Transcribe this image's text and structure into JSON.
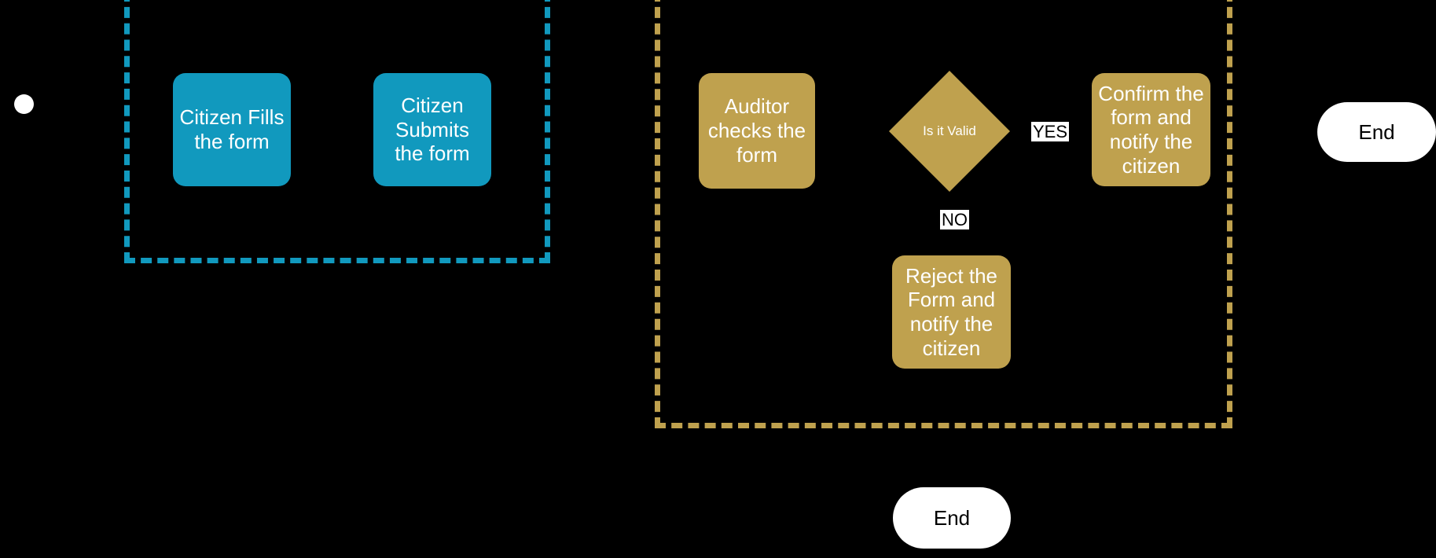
{
  "diagram": {
    "type": "flowchart",
    "background_color": "#000000",
    "lanes": [
      {
        "id": "citizen",
        "name": "citizen-lane",
        "border_color": "#1199BE",
        "border_style": "dashed",
        "label": ""
      },
      {
        "id": "auditor",
        "name": "auditor-lane",
        "border_color": "#BFA14E",
        "border_style": "dashed",
        "label": ""
      }
    ],
    "start": {
      "shape": "circle",
      "color": "#ffffff",
      "label": ""
    },
    "nodes": [
      {
        "id": "citizen-fills-form",
        "label": "Citizen Fills the form",
        "shape": "rounded-rect",
        "color": "#1199BE",
        "lane": "citizen"
      },
      {
        "id": "citizen-submits-form",
        "label": "Citizen Submits the form",
        "shape": "rounded-rect",
        "color": "#1199BE",
        "lane": "citizen"
      },
      {
        "id": "auditor-checks-form",
        "label": "Auditor checks the form",
        "shape": "rounded-rect",
        "color": "#BFA14E",
        "lane": "auditor"
      },
      {
        "id": "is-it-valid",
        "label": "Is it Valid",
        "shape": "diamond",
        "color": "#BFA14E",
        "lane": "auditor"
      },
      {
        "id": "confirm-form",
        "label": "Confirm the form and notify the citizen",
        "shape": "rounded-rect",
        "color": "#BFA14E",
        "lane": "auditor"
      },
      {
        "id": "reject-form",
        "label": "Reject the Form and notify the citizen",
        "shape": "rounded-rect",
        "color": "#BFA14E",
        "lane": "auditor"
      }
    ],
    "terminators": [
      {
        "id": "end-right",
        "label": "End",
        "shape": "stadium",
        "color": "#ffffff"
      },
      {
        "id": "end-bottom",
        "label": "End",
        "shape": "stadium",
        "color": "#ffffff"
      }
    ],
    "edge_labels": [
      {
        "id": "yes-label",
        "label": "YES"
      },
      {
        "id": "no-label",
        "label": "NO"
      }
    ]
  }
}
